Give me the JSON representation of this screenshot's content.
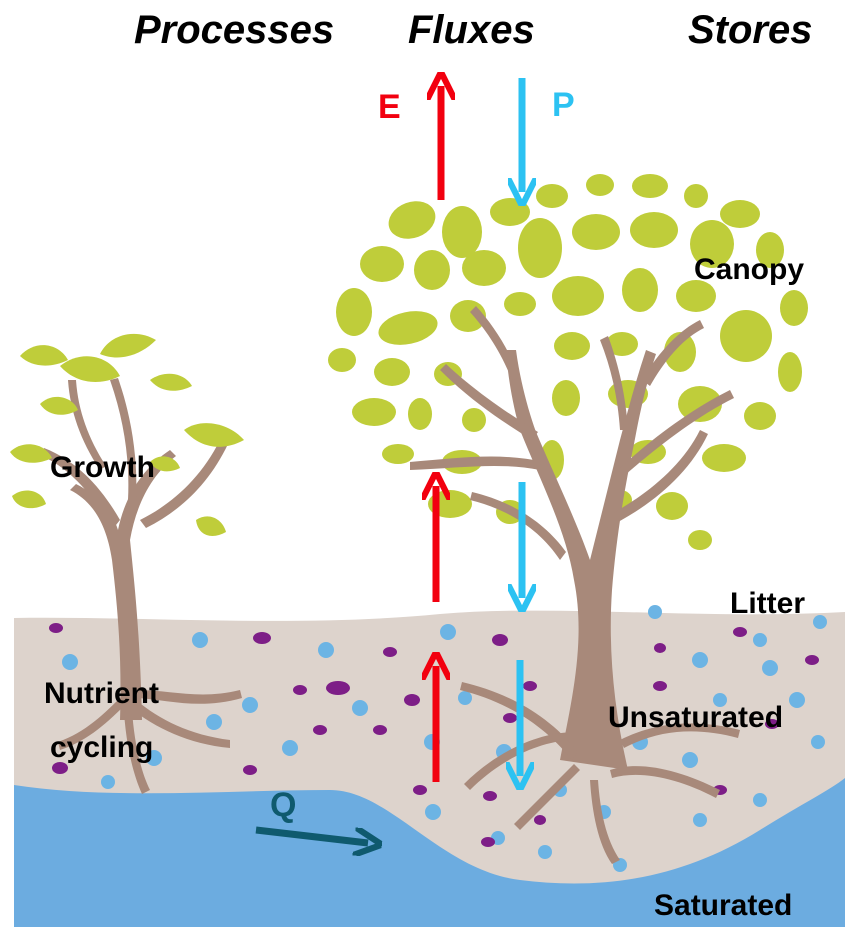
{
  "headers": {
    "processes": "Processes",
    "fluxes": "Fluxes",
    "stores": "Stores"
  },
  "fluxes": {
    "evaporation": "E",
    "precipitation": "P",
    "discharge": "Q"
  },
  "processes": {
    "growth": "Growth",
    "nutrient_line1": "Nutrient",
    "nutrient_line2": "cycling"
  },
  "stores": {
    "canopy": "Canopy",
    "litter": "Litter",
    "unsaturated": "Unsaturated",
    "saturated": "Saturated"
  },
  "colors": {
    "evaporation": "#f2000f",
    "precipitation": "#2cc2f2",
    "discharge": "#0f5a6e",
    "leaf": "#bfcd3a",
    "trunk": "#a8897a",
    "soil": "#ddd3cc",
    "groundwater": "#6cace0",
    "water_dot": "#6cb4e4",
    "nutrient_dot": "#7d1e87"
  }
}
